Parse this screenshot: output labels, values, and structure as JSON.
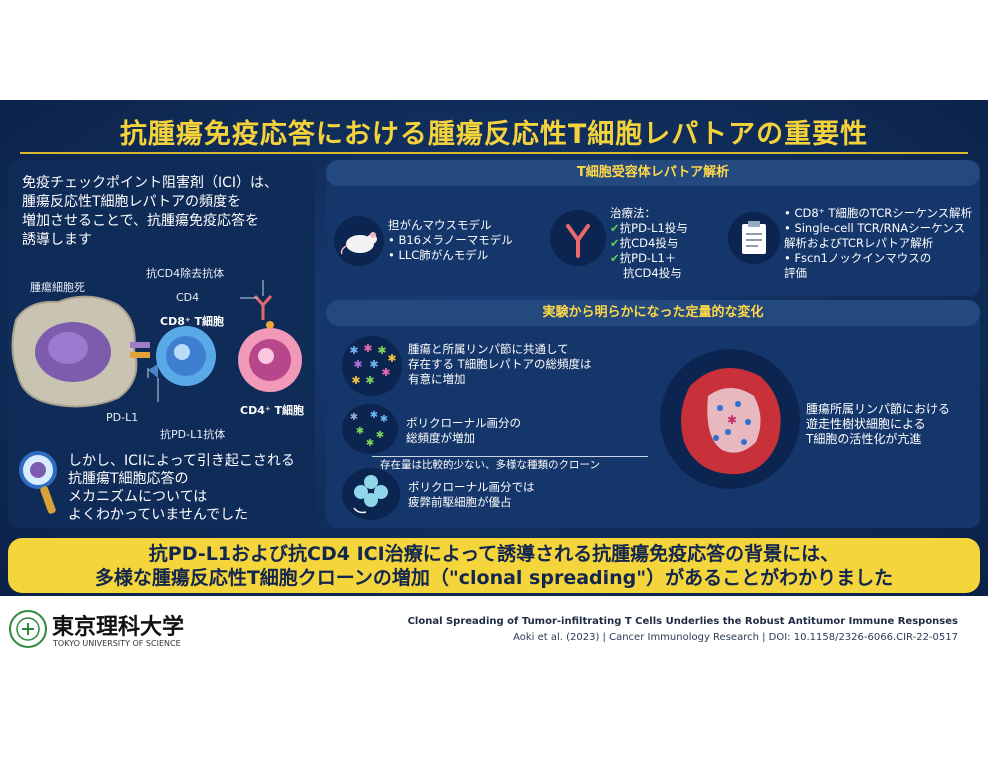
{
  "title": "抗腫瘍免疫応答における腫瘍反応性T細胞レパトアの重要性",
  "left_panel": {
    "intro_lines": [
      "免疫チェックポイント阻害剤（ICI）は、",
      "腫瘍反応性T細胞レパトアの頻度を",
      "増加させることで、抗腫瘍免疫応答を",
      "誘導します"
    ],
    "labels": {
      "tumor_death": "腫瘍細胞死",
      "anti_cd4": "抗CD4除去抗体",
      "cd4": "CD4",
      "cd8_tcell": "CD8⁺ T細胞",
      "cd4_tcell": "CD4⁺ T細胞",
      "pdl1": "PD-L1",
      "anti_pdl1": "抗PD-L1抗体"
    },
    "conclusion_lines": [
      "しかし、ICIによって引き起こされる",
      "抗腫瘍T細胞応答の",
      "メカニズムについては",
      "よくわかっていませんでした"
    ]
  },
  "tcr_panel": {
    "heading": "T細胞受容体レパトア解析",
    "models": [
      "担がんマウスモデル",
      "• B16メラノーマモデル",
      "• LLC肺がんモデル"
    ],
    "treatment_title": "治療法：",
    "treatments": [
      "抗PD-L1投与",
      "抗CD4投与",
      "抗PD-L1＋",
      "抗CD4投与"
    ],
    "check_mark": "✔",
    "analyses": [
      "• CD8⁺ T細胞のTCRシーケンス解析",
      "• Single-cell TCR/RNAシーケンス",
      "  解析およびTCRレパトア解析",
      "• Fscn1ノックインマウスの",
      "  評価"
    ]
  },
  "results_panel": {
    "heading": "実験から明らかになった定量的な変化",
    "finding1": [
      "腫瘍と所属リンパ節に共通して",
      "存在する T細胞レパトアの総頻度は",
      "有意に増加"
    ],
    "finding2": [
      "ポリクローナル画分の",
      "総頻度が増加"
    ],
    "note": "存在量は比較的少ない、多様な種類のクローン",
    "finding3": [
      "ポリクローナル画分では",
      "疲弊前駆細胞が優占"
    ],
    "lymph_node": [
      "腫瘍所属リンパ節における",
      "遊走性樹状細胞による",
      "T細胞の活性化が亢進"
    ]
  },
  "banner": [
    "抗PD-L1および抗CD4 ICI治療によって誘導される抗腫瘍免疫応答の背景には、",
    "多様な腫瘍反応性T細胞クローンの増加（\"clonal spreading\"）があることがわかりました"
  ],
  "footer": {
    "university_name": "東京理科大学",
    "university_en": "TOKYO UNIVERSITY OF SCIENCE",
    "paper_title": "Clonal Spreading of Tumor-infiltrating T Cells Underlies the Robust Antitumor Immune Responses",
    "citation": "Aoki et al. (2023)  |  Cancer Immunology Research  |  DOI: 10.1158/2326-6066.CIR-22-0517"
  },
  "colors": {
    "background": "#11305f",
    "accent_yellow": "#f5d53c",
    "panel": "#14366a",
    "heading_text": "#ffd84a",
    "check_green": "#5fd34a"
  }
}
